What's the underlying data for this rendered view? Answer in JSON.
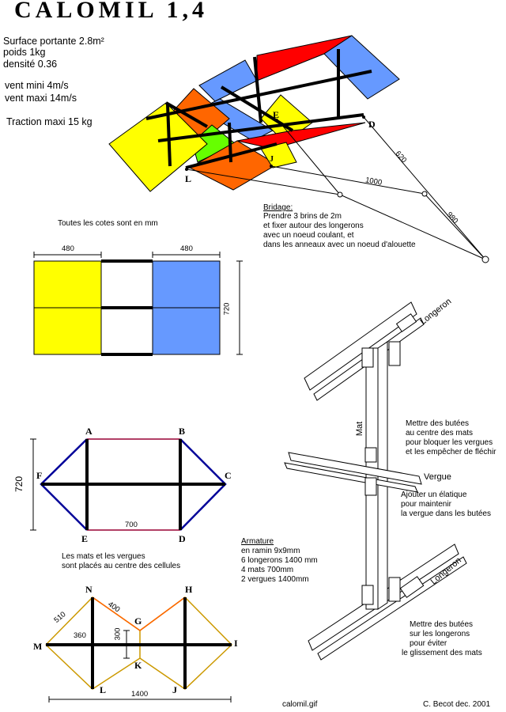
{
  "title": "CALOMIL 1,4",
  "specs": {
    "surface": "Surface portante 2.8m²",
    "poids": "poids  1kg",
    "densite": "densité 0.36",
    "vent_mini": "vent mini 4m/s",
    "vent_maxi": "vent maxi 14m/s",
    "traction": "Traction maxi 15 kg"
  },
  "kite_points": {
    "E": "E",
    "D": "D",
    "J": "J",
    "L": "L"
  },
  "bridle": {
    "len_top": "620",
    "len_mid": "1000",
    "len_bottom": "980",
    "heading": "Bridage:",
    "lines": [
      "Prendre 3 brins de 2m",
      "et fixer autour des longerons",
      "avec un noeud coulant, et",
      "dans les anneaux avec un noeud d'alouette"
    ]
  },
  "dims_note": "Toutes les cotes sont en mm",
  "side_view": {
    "dim_left": "480",
    "dim_right": "480",
    "dim_height": "720"
  },
  "cross_section": {
    "points": {
      "A": "A",
      "B": "B",
      "C": "C",
      "D": "D",
      "E": "E",
      "F": "F"
    },
    "dim_height": "720",
    "dim_width": "700",
    "caption": [
      "Les mats et les vergues",
      "sont placés au centre des cellules"
    ]
  },
  "armature": {
    "heading": "Armature",
    "lines": [
      "en ramin 9x9mm",
      "6 longerons 1400 mm",
      "4 mats 700mm",
      "2 vergues 1400mm"
    ]
  },
  "frame": {
    "points": {
      "N": "N",
      "H": "H",
      "M": "M",
      "I": "I",
      "G": "G",
      "K": "K",
      "L": "L",
      "J": "J"
    },
    "dim_510": "510",
    "dim_400": "400",
    "dim_360": "360",
    "dim_300": "300",
    "dim_1400": "1400"
  },
  "detail": {
    "longeron_top": "Longeron",
    "longeron_bottom": "Longeron",
    "mat": "Mat",
    "vergue": "Vergue",
    "note_mats": [
      "Mettre des butées",
      "au centre des mats",
      "pour bloquer les vergues",
      "et les empêcher de fléchir"
    ],
    "note_elastique": [
      "Ajouter un élatique",
      "pour maintenir",
      "la vergue dans les butées"
    ],
    "note_longerons": [
      "Mettre des butées",
      "sur les longerons",
      "pour éviter",
      "le glissement des mats"
    ]
  },
  "footer": {
    "filename": "calomil.gif",
    "credit": "C. Becot  dec. 2001"
  },
  "colors": {
    "red": "#ff0000",
    "blue": "#6699ff",
    "yellow": "#ffff00",
    "orange": "#ff6600",
    "green": "#66ff00",
    "navy": "#000099",
    "maroon": "#990033"
  }
}
